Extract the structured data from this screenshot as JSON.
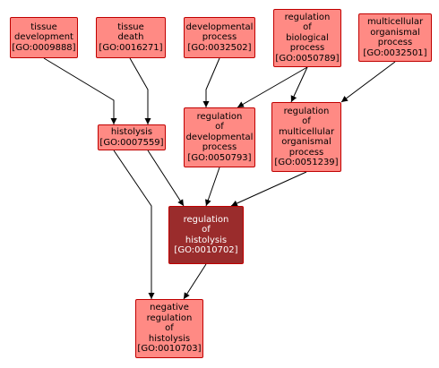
{
  "graph": {
    "nodes": [
      {
        "id": "n1",
        "lines": [
          "tissue",
          "development",
          "[GO:0009888]"
        ],
        "fill": "#ff8a84",
        "text_color": "#000000"
      },
      {
        "id": "n2",
        "lines": [
          "tissue",
          "death",
          "[GO:0016271]"
        ],
        "fill": "#ff8a84",
        "text_color": "#000000"
      },
      {
        "id": "n3",
        "lines": [
          "developmental",
          "process",
          "[GO:0032502]"
        ],
        "fill": "#ff8a84",
        "text_color": "#000000"
      },
      {
        "id": "n4",
        "lines": [
          "regulation",
          "of",
          "biological",
          "process",
          "[GO:0050789]"
        ],
        "fill": "#ff8a84",
        "text_color": "#000000"
      },
      {
        "id": "n5",
        "lines": [
          "multicellular",
          "organismal",
          "process",
          "[GO:0032501]"
        ],
        "fill": "#ff8a84",
        "text_color": "#000000"
      },
      {
        "id": "n6",
        "lines": [
          "histolysis",
          "[GO:0007559]"
        ],
        "fill": "#ff8a84",
        "text_color": "#000000"
      },
      {
        "id": "n7",
        "lines": [
          "regulation",
          "of",
          "developmental",
          "process",
          "[GO:0050793]"
        ],
        "fill": "#ff8a84",
        "text_color": "#000000"
      },
      {
        "id": "n8",
        "lines": [
          "regulation",
          "of",
          "multicellular",
          "organismal",
          "process",
          "[GO:0051239]"
        ],
        "fill": "#ff8a84",
        "text_color": "#000000"
      },
      {
        "id": "n9",
        "lines": [
          "regulation",
          "of",
          "histolysis",
          "[GO:0010702]"
        ],
        "fill": "#9a2c2c",
        "text_color": "#ffffff"
      },
      {
        "id": "n10",
        "lines": [
          "negative",
          "regulation",
          "of",
          "histolysis",
          "[GO:0010703]"
        ],
        "fill": "#ff8a84",
        "text_color": "#000000"
      }
    ],
    "edges": [
      {
        "from": "n1",
        "to": "n6"
      },
      {
        "from": "n2",
        "to": "n6"
      },
      {
        "from": "n3",
        "to": "n7"
      },
      {
        "from": "n4",
        "to": "n7"
      },
      {
        "from": "n4",
        "to": "n8"
      },
      {
        "from": "n5",
        "to": "n8"
      },
      {
        "from": "n6",
        "to": "n9"
      },
      {
        "from": "n6",
        "to": "n10"
      },
      {
        "from": "n7",
        "to": "n9"
      },
      {
        "from": "n8",
        "to": "n9"
      },
      {
        "from": "n9",
        "to": "n10"
      }
    ],
    "colors": {
      "node_border": "#c00000",
      "edge": "#000000"
    }
  }
}
